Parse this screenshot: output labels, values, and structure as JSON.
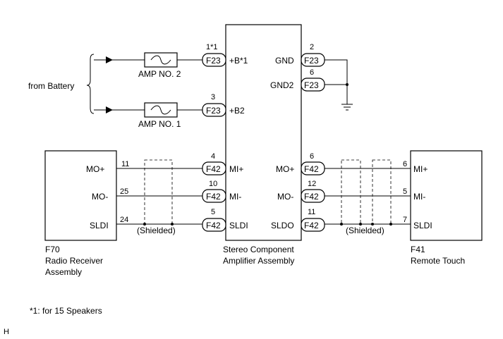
{
  "left_group_label": "from Battery",
  "fuses": [
    {
      "label": "AMP NO. 2"
    },
    {
      "label": "AMP NO. 1"
    }
  ],
  "amplifier": {
    "name_line1": "Stereo Component",
    "name_line2": "Amplifier Assembly",
    "left_pins": [
      {
        "pin": "1*1",
        "connector": "F23",
        "label": "+B*1"
      },
      {
        "pin": "3",
        "connector": "F23",
        "label": "+B2"
      },
      {
        "pin": "4",
        "connector": "F42",
        "label": "MI+"
      },
      {
        "pin": "10",
        "connector": "F42",
        "label": "MI-"
      },
      {
        "pin": "5",
        "connector": "F42",
        "label": "SLDI"
      }
    ],
    "right_pins": [
      {
        "pin": "2",
        "connector": "F23",
        "label": "GND"
      },
      {
        "pin": "6",
        "connector": "F23",
        "label": "GND2"
      },
      {
        "pin": "6",
        "connector": "F42",
        "label": "MO+"
      },
      {
        "pin": "12",
        "connector": "F42",
        "label": "MO-"
      },
      {
        "pin": "11",
        "connector": "F42",
        "label": "SLDO"
      }
    ]
  },
  "radio": {
    "code": "F70",
    "name_line1": "Radio Receiver",
    "name_line2": "Assembly",
    "pins": [
      {
        "pin": "11",
        "label": "MO+"
      },
      {
        "pin": "25",
        "label": "MO-"
      },
      {
        "pin": "24",
        "label": "SLDI"
      }
    ]
  },
  "remote": {
    "code": "F41",
    "name_line1": "Remote Touch",
    "pins": [
      {
        "pin": "6",
        "label": "MI+"
      },
      {
        "pin": "5",
        "label": "MI-"
      },
      {
        "pin": "7",
        "label": "SLDI"
      }
    ]
  },
  "shield_labels": [
    "(Shielded)",
    "(Shielded)"
  ],
  "footnote": "*1: for 15 Speakers",
  "corner_mark": "H"
}
